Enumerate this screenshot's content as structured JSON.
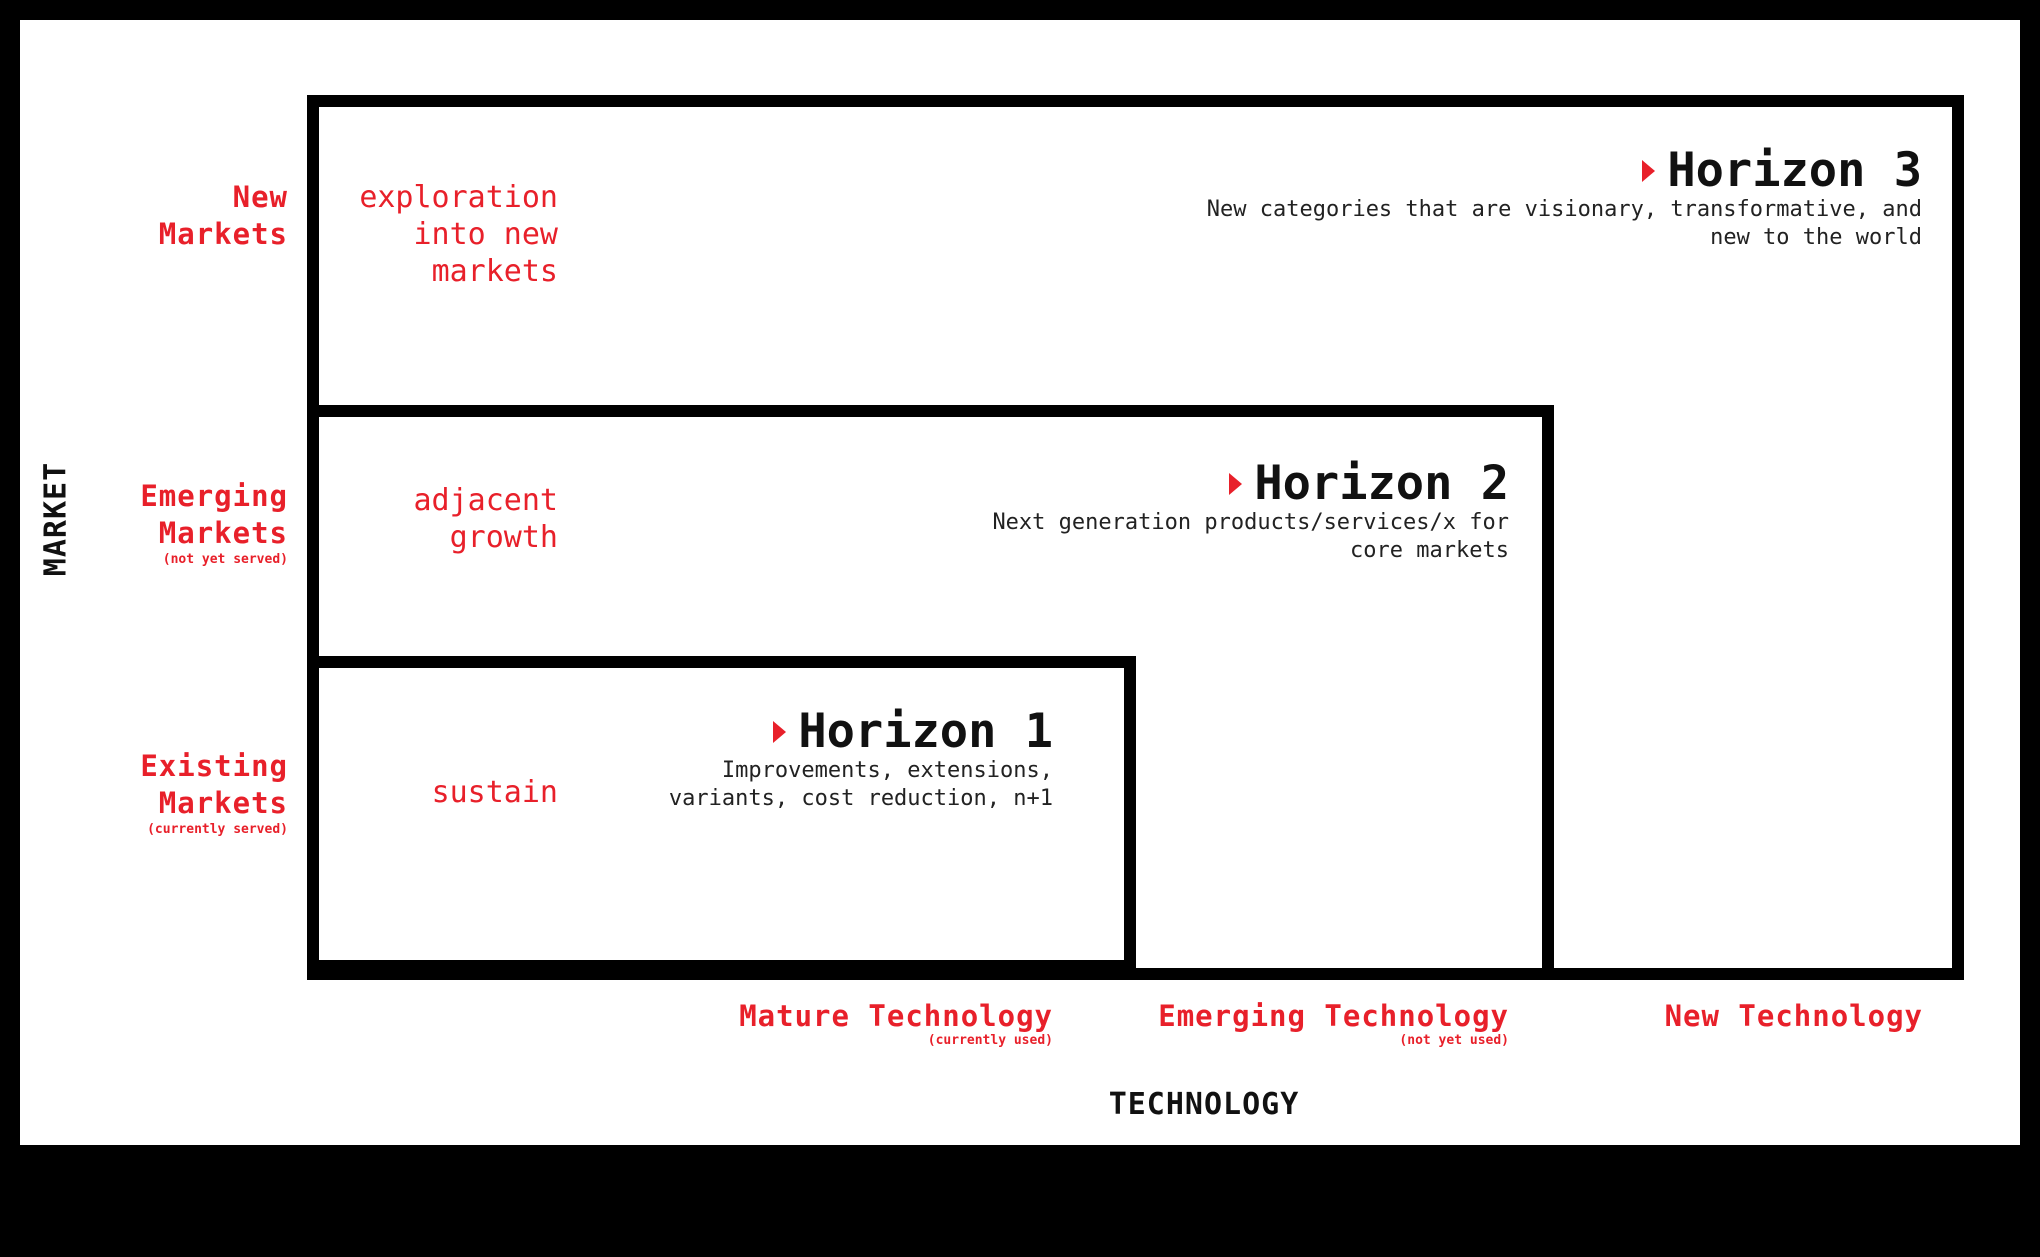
{
  "colors": {
    "accent_red": "#e8202a",
    "frame": "#000000",
    "background": "#ffffff"
  },
  "axes": {
    "y_title": "MARKET",
    "x_title": "TECHNOLOGY"
  },
  "markets": [
    {
      "line1": "New",
      "line2": "Markets",
      "sub": ""
    },
    {
      "line1": "Emerging",
      "line2": "Markets",
      "sub": "(not yet served)"
    },
    {
      "line1": "Existing",
      "line2": "Markets",
      "sub": "(currently served)"
    }
  ],
  "technologies": [
    {
      "label": "Mature Technology",
      "sub": "(currently used)"
    },
    {
      "label": "Emerging Technology",
      "sub": "(not yet used)"
    },
    {
      "label": "New Technology",
      "sub": ""
    }
  ],
  "areas": {
    "exploration": [
      "exploration",
      "into new",
      "markets"
    ],
    "adjacent": [
      "adjacent",
      "growth"
    ],
    "sustain": [
      "sustain"
    ]
  },
  "horizons": [
    {
      "title": "Horizon 1",
      "icon": "red-triangle-marker",
      "desc": [
        "Improvements, extensions,",
        "variants, cost reduction, n+1"
      ]
    },
    {
      "title": "Horizon 2",
      "icon": "red-triangle-marker",
      "desc": [
        "Next generation products/services/x for",
        "core markets"
      ]
    },
    {
      "title": "Horizon 3",
      "icon": "red-triangle-marker",
      "desc": [
        "New categories that are visionary, transformative, and",
        "new to the world"
      ]
    }
  ]
}
